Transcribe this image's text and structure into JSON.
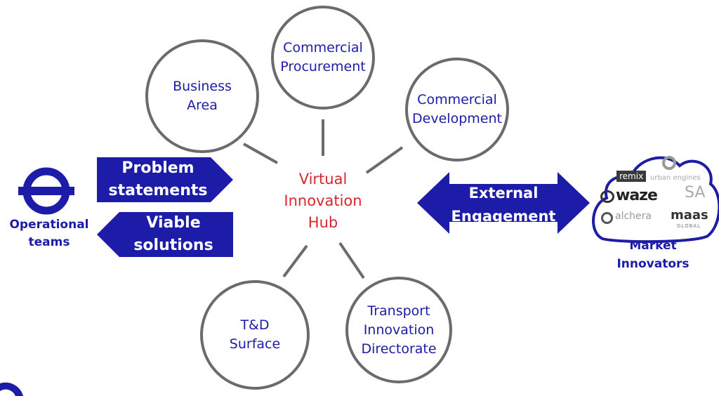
{
  "center_hub": {
    "label": "Virtual\nInnovation\nHub",
    "color": "#d9262f"
  },
  "nodes": [
    {
      "id": "business-area",
      "label": "Business\nArea"
    },
    {
      "id": "commercial-procurement",
      "label": "Commercial\nProcurement"
    },
    {
      "id": "commercial-development",
      "label": "Commercial\nDevelopment"
    },
    {
      "id": "td-surface",
      "label": "T&D\nSurface"
    },
    {
      "id": "transport-innovation-directorate",
      "label": "Transport\nInnovation\nDirectorate"
    }
  ],
  "left_group": {
    "label": "Operational\nteams",
    "icon": "roundel-icon",
    "arrow_out": "Problem\nstatements",
    "arrow_in": "Viable\nsolutions"
  },
  "right_group": {
    "arrow_label": "External\nEngagement",
    "label": "Market\nInnovators",
    "logos": [
      "remix",
      "urban engines",
      "waze",
      "SA",
      "alchera",
      "maas",
      "GLOBAL"
    ]
  },
  "colors": {
    "primary": "#1c1ca8",
    "accent": "#d9262f",
    "node_border": "#6b6b6b"
  }
}
